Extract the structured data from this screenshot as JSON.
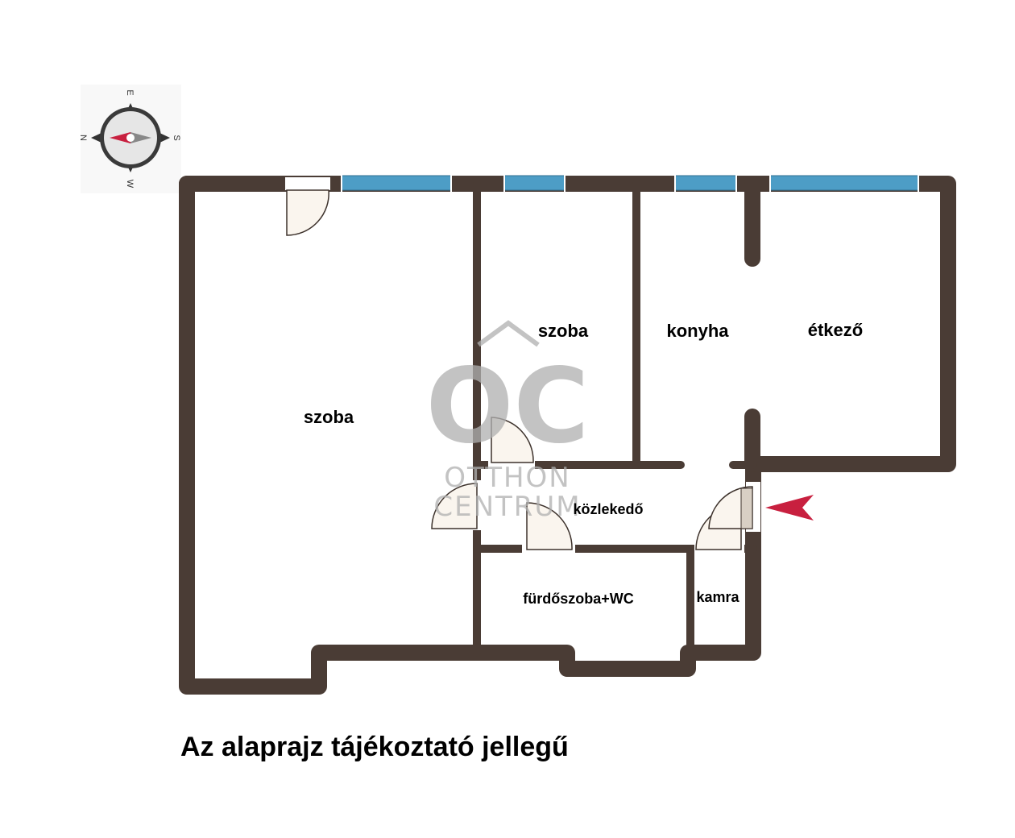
{
  "colors": {
    "wall": "#4a3c35",
    "window": "#4d9dc6",
    "door_fill": "#faf5ee",
    "door_stroke": "#3d322c",
    "entrance_arrow": "#c8203f",
    "watermark": "#b0b0b0"
  },
  "rooms": {
    "living_room": "szoba",
    "bedroom": "szoba",
    "kitchen": "konyha",
    "dining": "étkező",
    "hallway": "közlekedő",
    "bathroom": "fürdőszoba+WC",
    "pantry": "kamra"
  },
  "compass": {
    "top": "E",
    "left": "N",
    "right": "S",
    "bottom": "W"
  },
  "watermark": {
    "mark": "OC",
    "line1": "OTTHON",
    "line2": "CENTRUM"
  },
  "entrance_icon": "entrance-arrow-icon",
  "note": "Az alaprajz tájékoztató jellegű"
}
